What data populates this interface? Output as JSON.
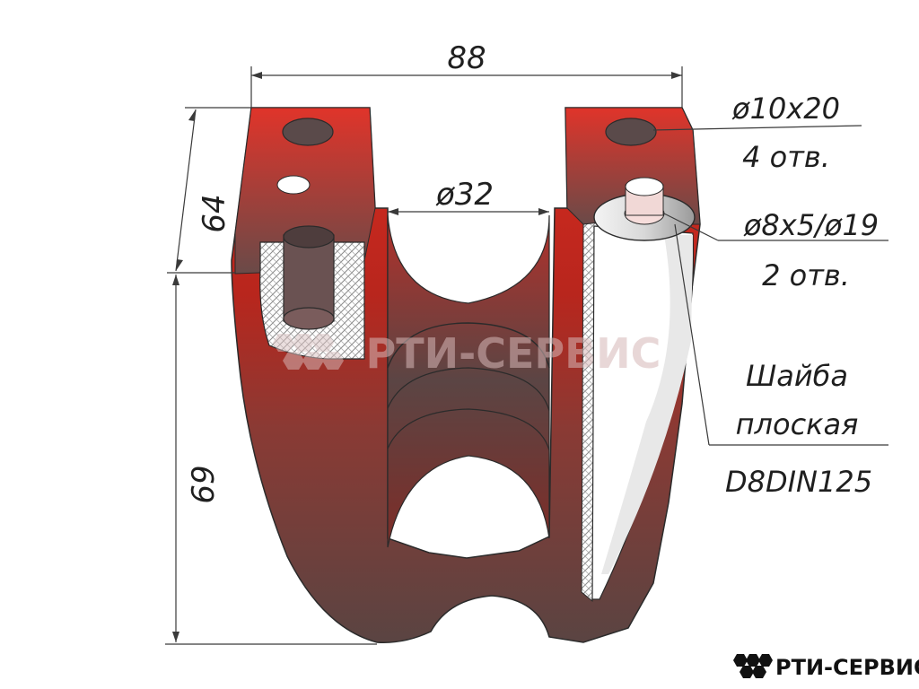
{
  "dimensions": {
    "width_overall": "88",
    "slot_diameter": "ø32",
    "height_top": "64",
    "height_bottom": "69"
  },
  "callouts": {
    "holes_large": {
      "size": "ø10x20",
      "count": "4 отв."
    },
    "holes_small": {
      "size": "ø8x5/ø19",
      "count": "2 отв."
    },
    "washer": {
      "line1": "Шайба",
      "line2": "плоская",
      "line3": "D8DIN125"
    }
  },
  "watermark": {
    "text": "РТИ-СЕРВИС"
  },
  "logo": {
    "text": "РТИ-СЕРВИС"
  },
  "colors": {
    "part_red": "#c8261e",
    "part_dark": "#4a4040",
    "line": "#3a3a3a"
  }
}
